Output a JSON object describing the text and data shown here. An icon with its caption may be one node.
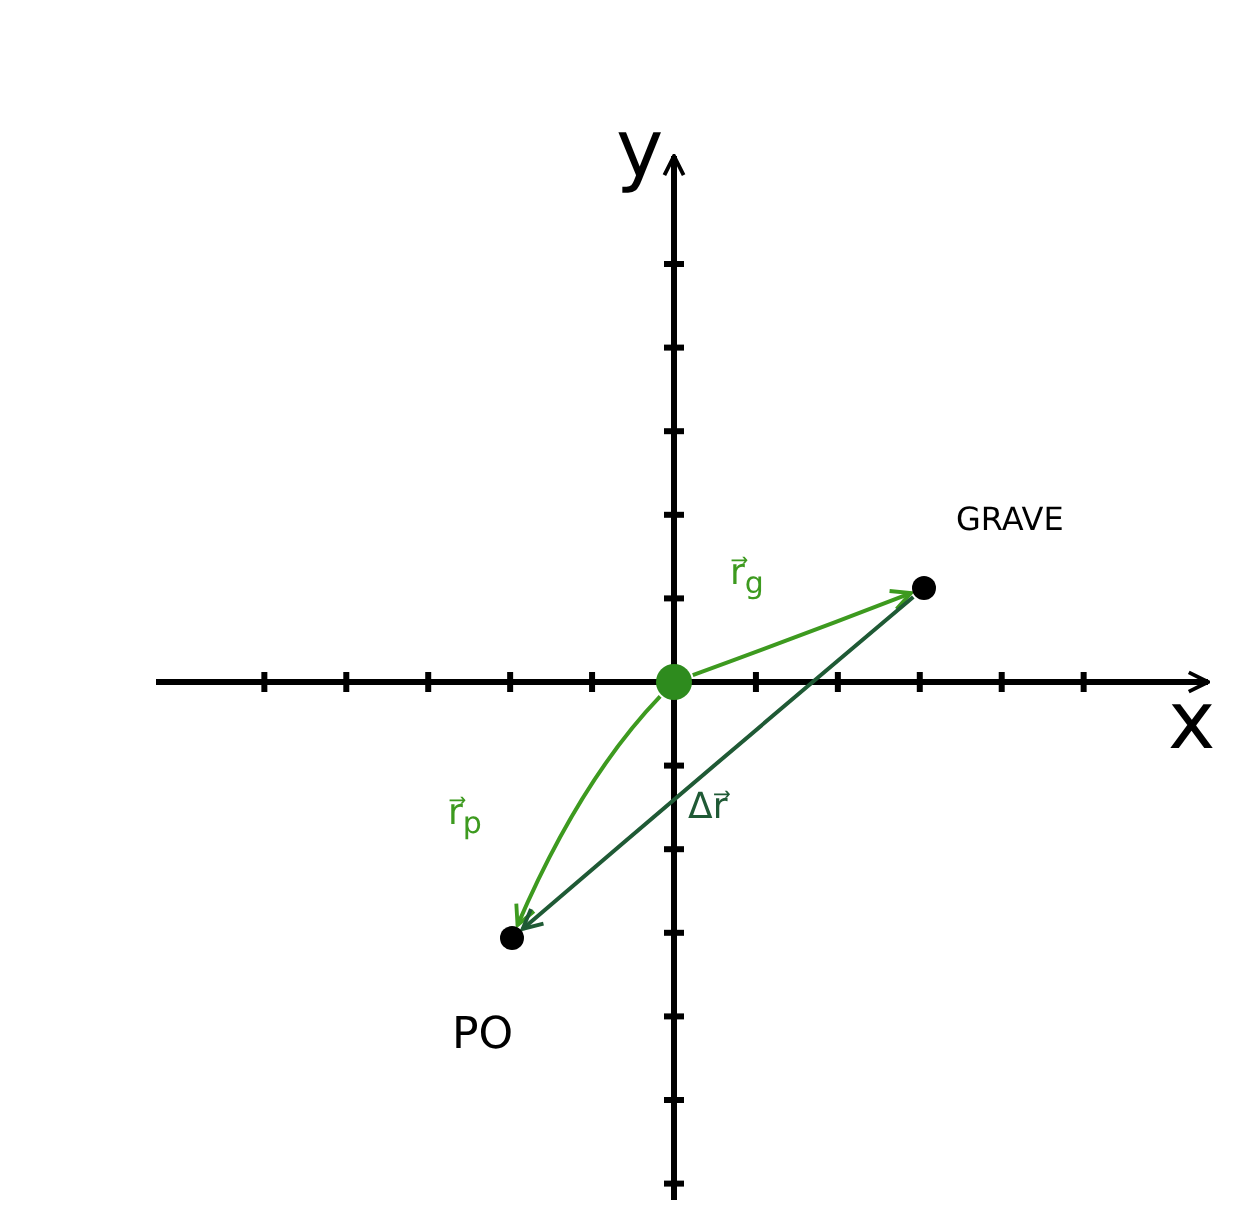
{
  "diagram": {
    "nodes": [
      {
        "text": [],
        "shape": "circle"
      },
      {
        "text": [],
        "shape": "circle",
        "beside": [
          "GRAVE"
        ]
      },
      {
        "text": [],
        "shape": "circle",
        "beside": [
          "PO"
        ]
      }
    ],
    "edges": [
      {
        "from": 0,
        "to": 1,
        "arrow": "to",
        "label": "r⃗$_{g}$"
      },
      {
        "from": 0,
        "to": 2,
        "arrow": "to",
        "label": "r⃗$_{p}$"
      },
      {
        "from": 1,
        "to": 2,
        "arrow": "to",
        "label": "Δr⃗",
        "color": "#1f5a35"
      }
    ],
    "labels": [
      "y",
      "x"
    ]
  }
}
